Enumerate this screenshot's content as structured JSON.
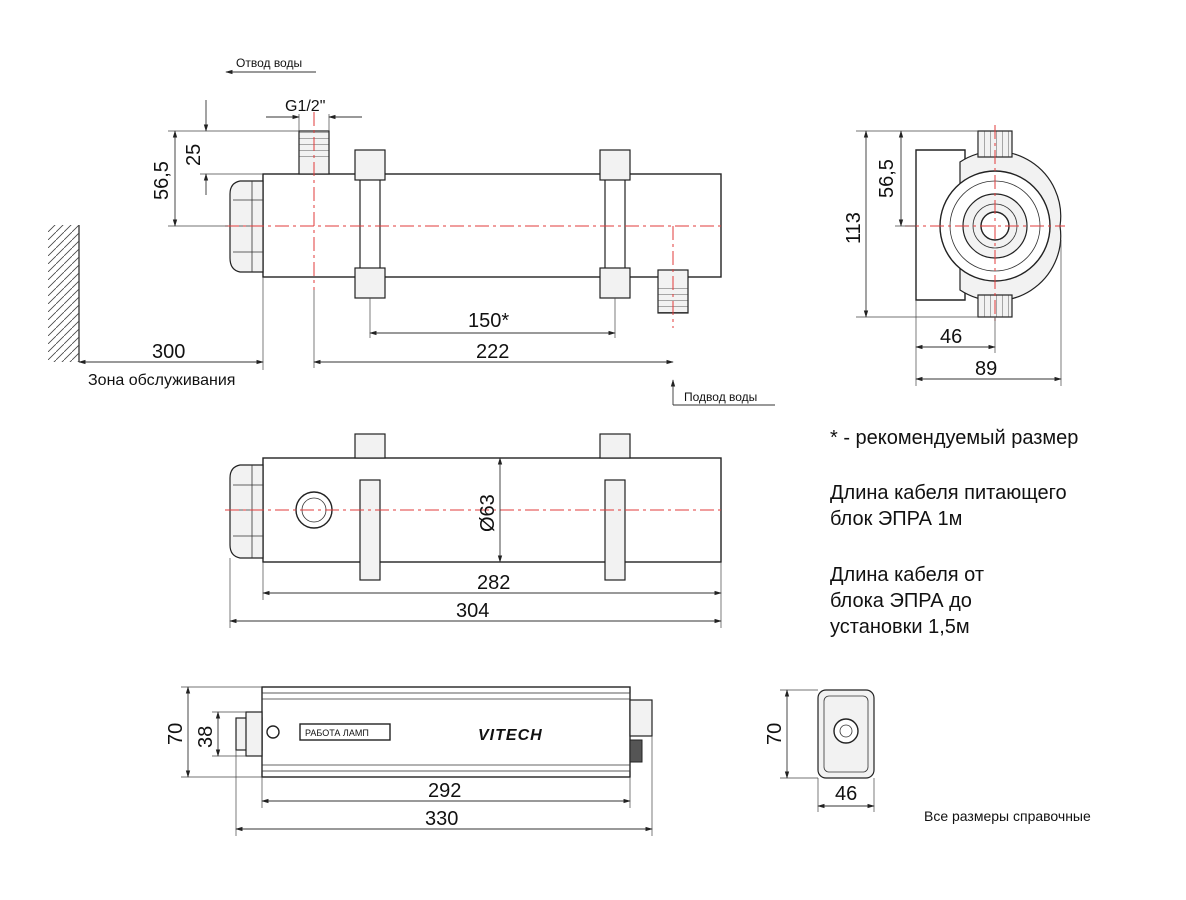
{
  "labels": {
    "outlet": "Отвод воды",
    "inlet": "Подвод воды",
    "service_zone": "Зона обслуживания",
    "thread": "G1/2\"",
    "panel_label": "РАБОТА ЛАМП",
    "brand": "VITECH",
    "all_dims": "Все размеры справочные"
  },
  "dimensions": {
    "d56_5_a": "56,5",
    "d25": "25",
    "d300": "300",
    "d150": "150*",
    "d222": "222",
    "d113": "113",
    "d56_5_b": "56,5",
    "d46_a": "46",
    "d89": "89",
    "d63": "Ø63",
    "d282": "282",
    "d304": "304",
    "d70_a": "70",
    "d38": "38",
    "d292": "292",
    "d330": "330",
    "d70_b": "70",
    "d46_b": "46"
  },
  "notes": {
    "recommended": "* - рекомендуемый размер",
    "cable1_line1": "Длина кабеля питающего",
    "cable1_line2": "блок ЭПРА 1м",
    "cable2_line1": "Длина кабеля от",
    "cable2_line2": "блока ЭПРА до",
    "cable2_line3": "установки 1,5м"
  }
}
